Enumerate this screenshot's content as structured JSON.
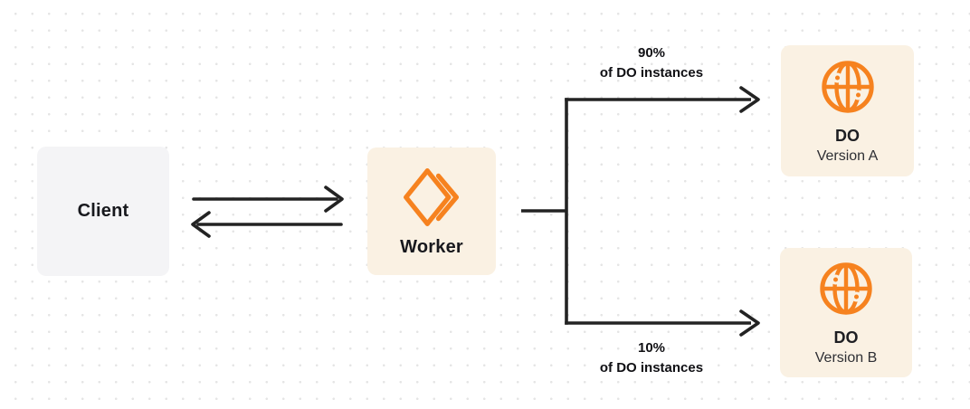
{
  "diagram": {
    "nodes": {
      "client": {
        "label": "Client"
      },
      "worker": {
        "label": "Worker"
      },
      "do_version_a": {
        "title": "DO",
        "subtitle": "Version A"
      },
      "do_version_b": {
        "title": "DO",
        "subtitle": "Version B"
      }
    },
    "edges": {
      "client_worker": {
        "type": "bidirectional"
      },
      "worker_to_do_a": {
        "percent": "90%",
        "caption": "of DO instances"
      },
      "worker_to_do_b": {
        "percent": "10%",
        "caption": "of DO instances"
      }
    },
    "icons": {
      "worker_icon": "workers-chevrons-icon",
      "do_icon": "globe-icon"
    },
    "colors": {
      "orange": "#F6821F",
      "cream_box": "#FAF1E3",
      "gray_box": "#F4F4F6",
      "line": "#232323",
      "dot_grid": "#E5E5E5",
      "text": "#17181D"
    }
  }
}
